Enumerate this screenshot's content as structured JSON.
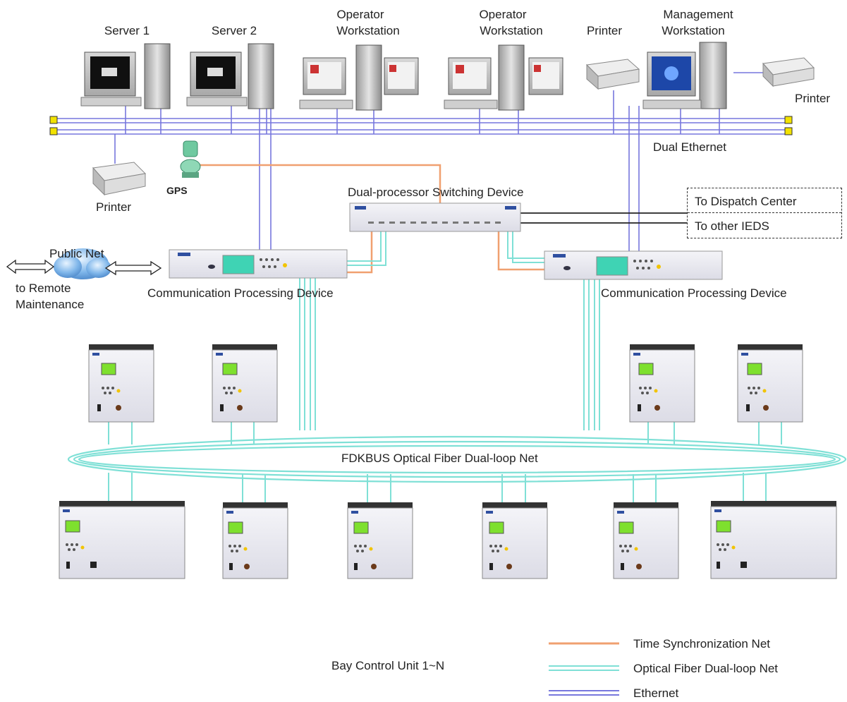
{
  "colors": {
    "ethernet": "#7777dd",
    "time_sync": "#f0a070",
    "optical_fiber": "#7fe0d6",
    "connector": "#f2e200"
  },
  "top_devices": {
    "server1": "Server 1",
    "server2": "Server 2",
    "operator_ws1": [
      "Operator",
      "Workstation"
    ],
    "operator_ws2": [
      "Operator",
      "Workstation"
    ],
    "printer_top": "Printer",
    "management_ws": [
      "Management",
      "Workstation"
    ],
    "printer_right": "Printer"
  },
  "network": {
    "dual_ethernet": "Dual Ethernet",
    "printer_left": "Printer",
    "gps": "GPS",
    "switching_device": "Dual-processor Switching Device",
    "dispatch_center": "To Dispatch Center",
    "other_ieds": "To other IEDS",
    "public_net": "Public Net",
    "remote_maintenance": [
      "to Remote",
      "Maintenance"
    ],
    "comm_device_left": "Communication Processing Device",
    "comm_device_right": "Communication Processing Device",
    "fiber_loop": "FDKBUS Optical Fiber Dual-loop Net",
    "bay_units": "Bay Control Unit 1~N"
  },
  "legend": [
    {
      "label": "Time Synchronization Net",
      "color": "#f0a070"
    },
    {
      "label": "Optical Fiber Dual-loop Net",
      "color": "#7fe0d6"
    },
    {
      "label": "Ethernet",
      "color": "#7777dd"
    }
  ]
}
